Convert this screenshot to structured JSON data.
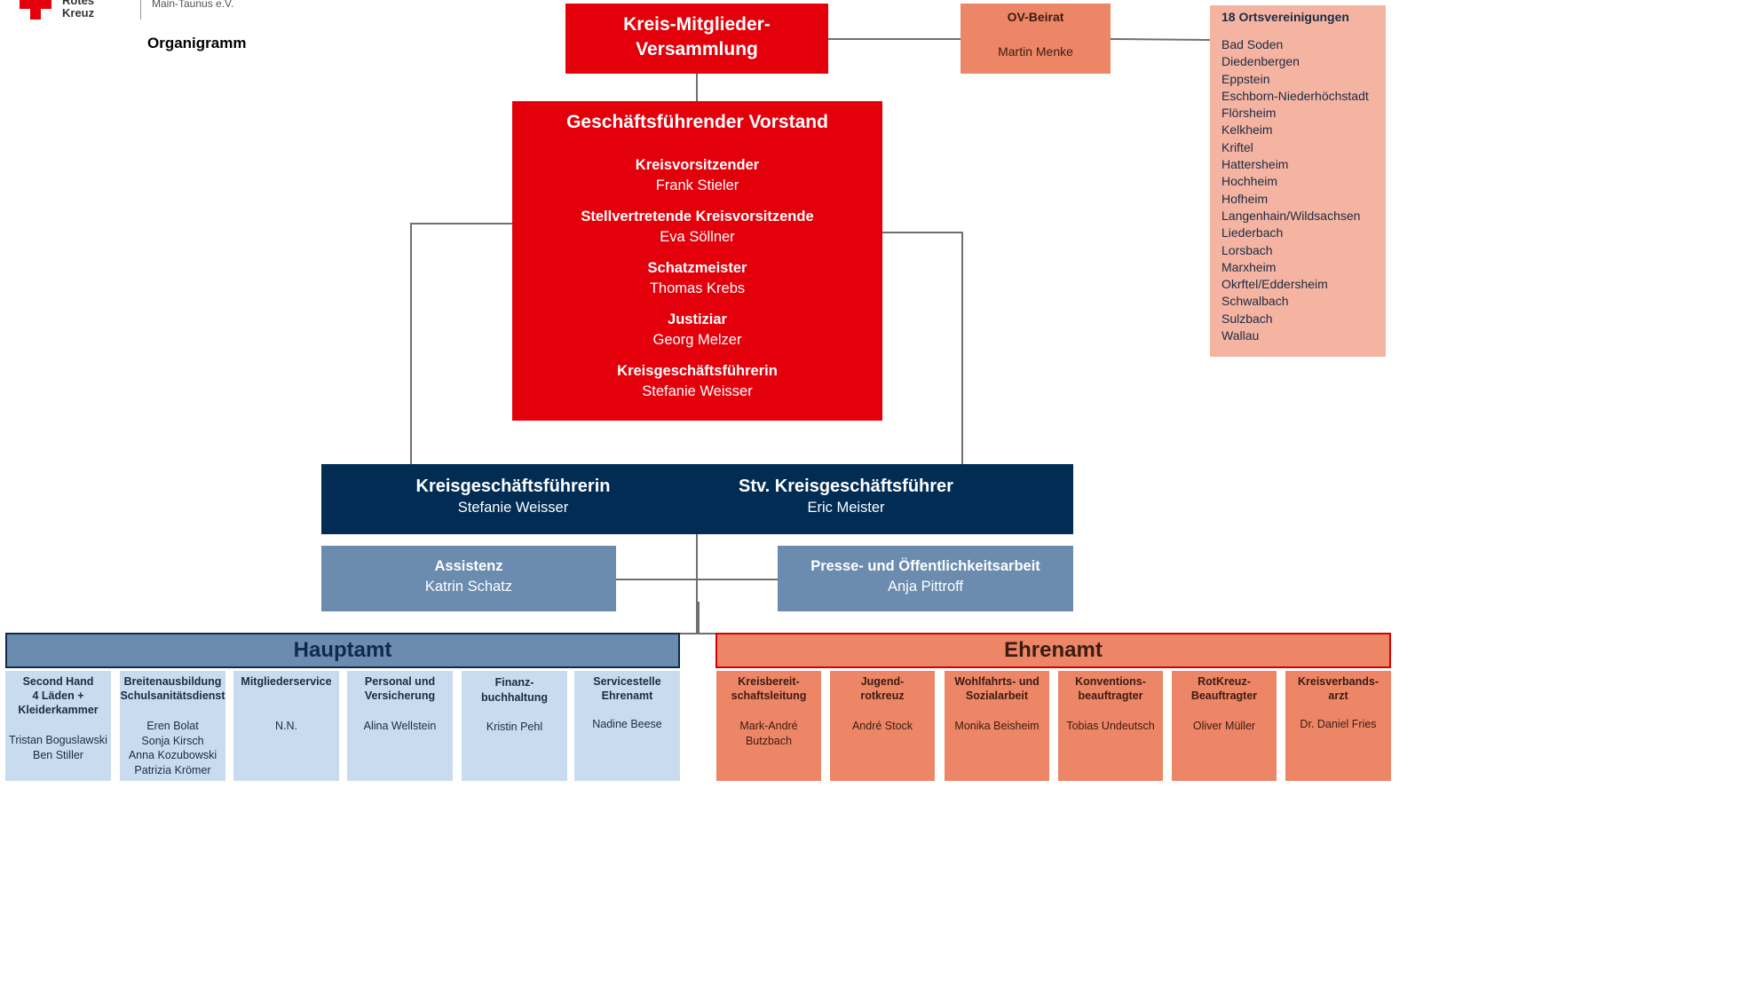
{
  "header": {
    "logo_line1": "Rotes",
    "logo_line2": "Kreuz",
    "org_name": "Main-Taunus e.V.",
    "title": "Organigramm"
  },
  "kmv": {
    "line1": "Kreis-Mitglieder-",
    "line2": "Versammlung"
  },
  "ov_beirat": {
    "title": "OV-Beirat",
    "name": "Martin Menke"
  },
  "ortsvereinigungen": {
    "title": "18 Ortsvereinigungen",
    "items": [
      "Bad Soden",
      "Diedenbergen",
      "Eppstein",
      "Eschborn-Niederhöchstadt",
      "Flörsheim",
      "Kelkheim",
      "Kriftel",
      "Hattersheim",
      "Hochheim",
      "Hofheim",
      "Langenhain/Wildsachsen",
      "Liederbach",
      "Lorsbach",
      "Marxheim",
      "Okrftel/Eddersheim",
      "Schwalbach",
      "Sulzbach",
      "Wallau"
    ]
  },
  "vorstand": {
    "title": "Geschäftsführender Vorstand",
    "members": [
      {
        "role": "Kreisvorsitzender",
        "name": "Frank Stieler"
      },
      {
        "role": "Stellvertretende Kreisvorsitzende",
        "name": "Eva Söllner"
      },
      {
        "role": "Schatzmeister",
        "name": "Thomas Krebs"
      },
      {
        "role": "Justiziar",
        "name": "Georg Melzer"
      },
      {
        "role": "Kreisgeschäftsführerin",
        "name": "Stefanie Weisser"
      }
    ]
  },
  "geschaeftsfuehrung": {
    "left": {
      "role": "Kreisgeschäftsführerin",
      "name": "Stefanie Weisser"
    },
    "right": {
      "role": "Stv. Kreisgeschäftsführer",
      "name": "Eric Meister"
    }
  },
  "assistenz": {
    "role": "Assistenz",
    "name": "Katrin Schatz"
  },
  "presse": {
    "role": "Presse- und Öffentlichkeitsarbeit",
    "name": "Anja Pittroff"
  },
  "hauptamt": {
    "title": "Hauptamt",
    "columns": [
      {
        "title": [
          "Second Hand",
          "4 Läden +",
          "Kleiderkammer"
        ],
        "names": [
          "Tristan Boguslawski",
          "Ben Stiller"
        ]
      },
      {
        "title": [
          "Breitenausbildung",
          "Schulsanitätsdienst"
        ],
        "names": [
          "Eren Bolat",
          "Sonja Kirsch",
          "Anna Kozubowski",
          "Patrizia Krömer"
        ]
      },
      {
        "title": [
          "Mitgliederservice"
        ],
        "names": [
          "N.N."
        ]
      },
      {
        "title": [
          "Personal und",
          "Versicherung"
        ],
        "names": [
          "Alina Wellstein"
        ]
      },
      {
        "title": [
          "Finanz-",
          "buchhaltung"
        ],
        "names": [
          "Kristin Pehl"
        ]
      },
      {
        "title": [
          "Servicestelle",
          "Ehrenamt"
        ],
        "names": [
          "Nadine Beese"
        ]
      }
    ]
  },
  "ehrenamt": {
    "title": "Ehrenamt",
    "columns": [
      {
        "title": [
          "Kreisbereit-",
          "schaftsleitung"
        ],
        "names": [
          "Mark-André",
          "Butzbach"
        ]
      },
      {
        "title": [
          "Jugend-",
          "rotkreuz"
        ],
        "names": [
          "André Stock"
        ]
      },
      {
        "title": [
          "Wohlfahrts- und",
          "Sozialarbeit"
        ],
        "names": [
          "Monika Beisheim"
        ]
      },
      {
        "title": [
          "Konventions-",
          "beauftragter"
        ],
        "names": [
          "Tobias Undeutsch"
        ]
      },
      {
        "title": [
          "RotKreuz-",
          "Beauftragter"
        ],
        "names": [
          "Oliver Müller"
        ]
      },
      {
        "title": [
          "Kreisverbands-",
          "arzt"
        ],
        "names": [
          "Dr. Daniel Fries"
        ]
      }
    ]
  },
  "colors": {
    "red": "#e3000b",
    "salmon": "#ed8666",
    "pale_salmon": "#f4b4a1",
    "navy": "#012d55",
    "steel": "#6b8caf",
    "light_blue": "#c9dcef"
  }
}
